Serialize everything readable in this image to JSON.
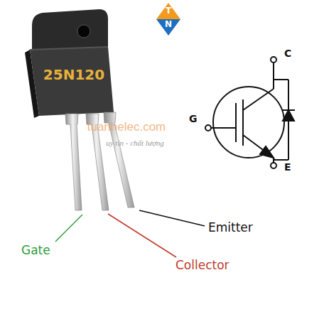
{
  "diagram": {
    "labels": [
      "T",
      "N",
      "25N120",
      "tuanhelec.com",
      "uy tín - chất lượng",
      "Gate",
      "Collector",
      "Emitter",
      "G",
      "C",
      "E"
    ]
  }
}
